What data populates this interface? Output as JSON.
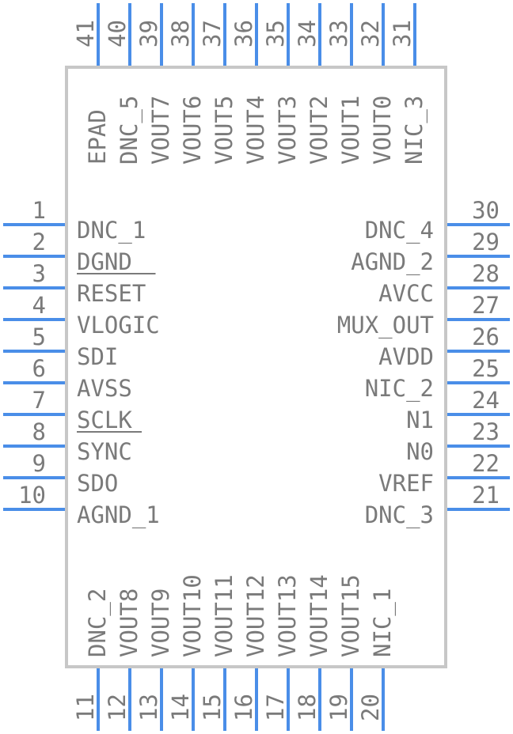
{
  "component": {
    "left_pins": [
      {
        "num": "1",
        "label": "DNC_1"
      },
      {
        "num": "2",
        "label": "DGND"
      },
      {
        "num": "3",
        "label": "RESET",
        "overbar": true
      },
      {
        "num": "4",
        "label": "VLOGIC"
      },
      {
        "num": "5",
        "label": "SDI"
      },
      {
        "num": "6",
        "label": "AVSS"
      },
      {
        "num": "7",
        "label": "SCLK"
      },
      {
        "num": "8",
        "label": "SYNC",
        "overbar": true
      },
      {
        "num": "9",
        "label": "SDO"
      },
      {
        "num": "10",
        "label": "AGND_1"
      }
    ],
    "bottom_pins": [
      {
        "num": "11",
        "label": "DNC_2"
      },
      {
        "num": "12",
        "label": "VOUT8"
      },
      {
        "num": "13",
        "label": "VOUT9"
      },
      {
        "num": "14",
        "label": "VOUT10"
      },
      {
        "num": "15",
        "label": "VOUT11"
      },
      {
        "num": "16",
        "label": "VOUT12"
      },
      {
        "num": "17",
        "label": "VOUT13"
      },
      {
        "num": "18",
        "label": "VOUT14"
      },
      {
        "num": "19",
        "label": "VOUT15"
      },
      {
        "num": "20",
        "label": "NIC_1"
      }
    ],
    "right_pins": [
      {
        "num": "21",
        "label": "DNC_3"
      },
      {
        "num": "22",
        "label": "VREF"
      },
      {
        "num": "23",
        "label": "N0"
      },
      {
        "num": "24",
        "label": "N1"
      },
      {
        "num": "25",
        "label": "NIC_2"
      },
      {
        "num": "26",
        "label": "AVDD"
      },
      {
        "num": "27",
        "label": "MUX_OUT"
      },
      {
        "num": "28",
        "label": "AVCC"
      },
      {
        "num": "29",
        "label": "AGND_2"
      },
      {
        "num": "30",
        "label": "DNC_4"
      }
    ],
    "top_pins": [
      {
        "num": "31",
        "label": "NIC_3"
      },
      {
        "num": "32",
        "label": "VOUT0"
      },
      {
        "num": "33",
        "label": "VOUT1"
      },
      {
        "num": "34",
        "label": "VOUT2"
      },
      {
        "num": "35",
        "label": "VOUT3"
      },
      {
        "num": "36",
        "label": "VOUT4"
      },
      {
        "num": "37",
        "label": "VOUT5"
      },
      {
        "num": "38",
        "label": "VOUT6"
      },
      {
        "num": "39",
        "label": "VOUT7"
      },
      {
        "num": "40",
        "label": "DNC_5"
      },
      {
        "num": "41",
        "label": "EPAD"
      }
    ]
  },
  "colors": {
    "pin": "#4a8ee8",
    "body_outline": "#c7c7c7",
    "text": "#7a7a7a"
  }
}
